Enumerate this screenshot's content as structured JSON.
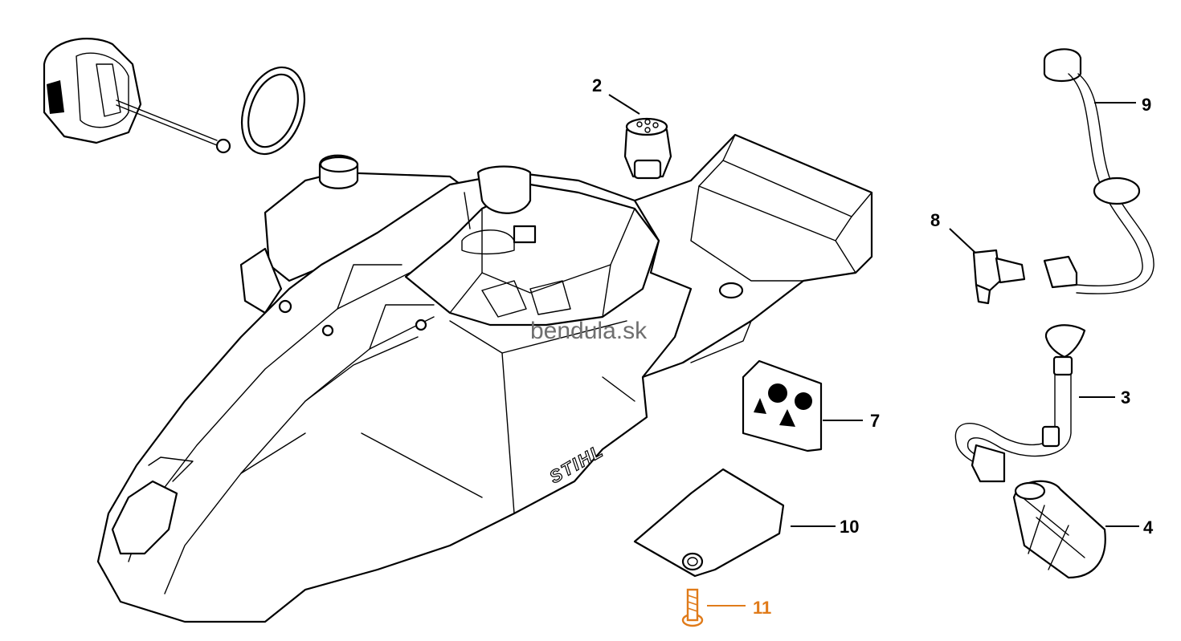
{
  "watermark": "bendula.sk",
  "brand_logo": "STIHL",
  "colors": {
    "line": "#000000",
    "highlight": "#e07b1a",
    "watermark": "#6f6f6f"
  },
  "callouts": [
    {
      "id": "c2",
      "label": "2"
    },
    {
      "id": "c3",
      "label": "3"
    },
    {
      "id": "c4",
      "label": "4"
    },
    {
      "id": "c7",
      "label": "7"
    },
    {
      "id": "c8",
      "label": "8"
    },
    {
      "id": "c9",
      "label": "9"
    },
    {
      "id": "c10",
      "label": "10"
    },
    {
      "id": "c11",
      "label": "11",
      "highlighted": true
    }
  ]
}
